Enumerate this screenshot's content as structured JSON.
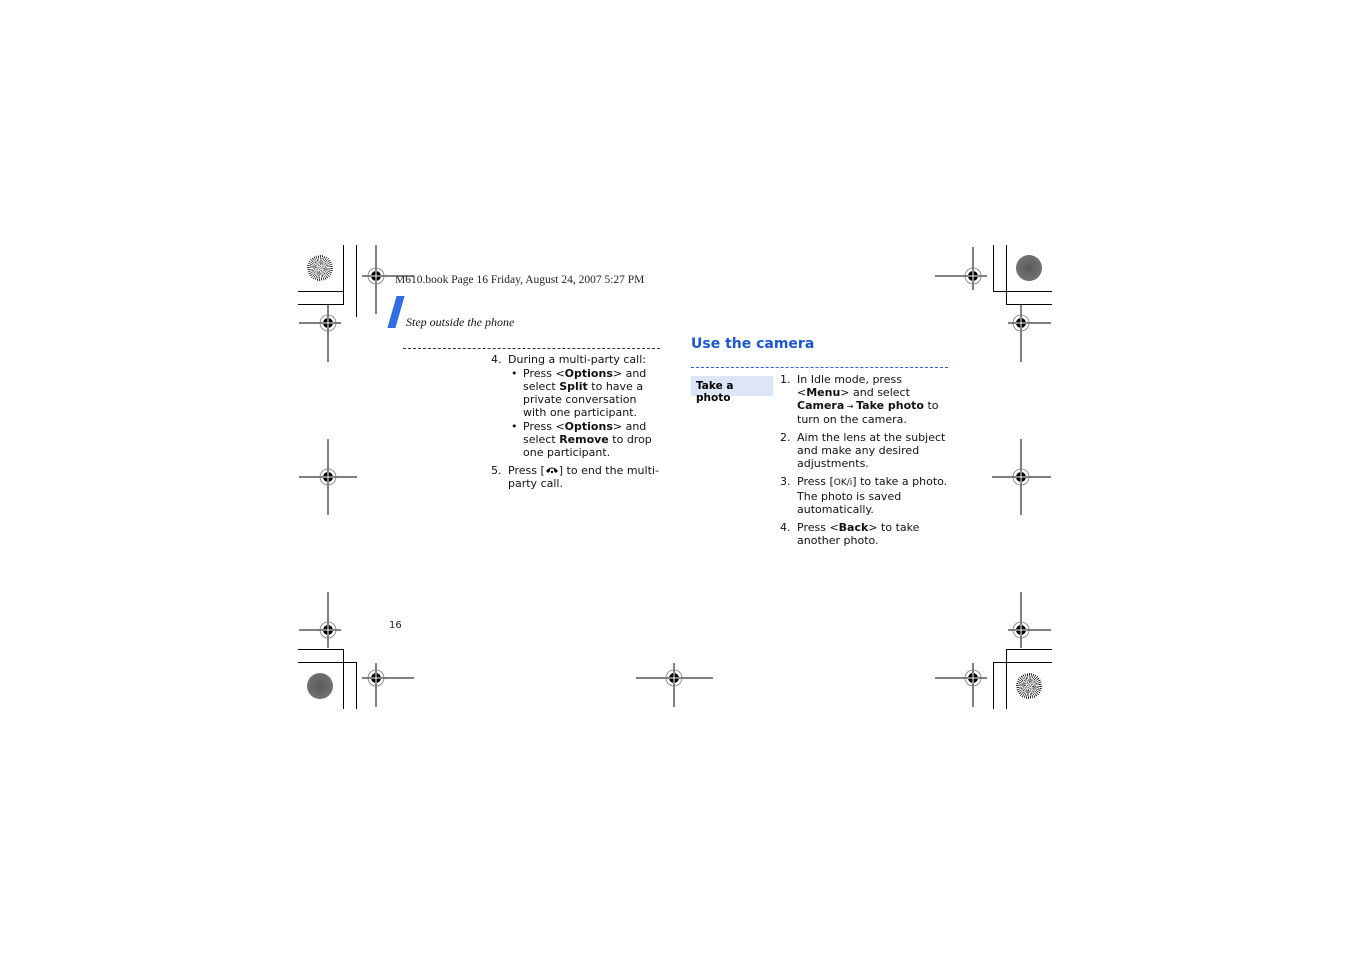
{
  "header": {
    "print_line": "M610.book  Page 16  Friday, August 24, 2007  5:27 PM",
    "section_title": "Step outside the phone"
  },
  "left_column": {
    "steps": [
      {
        "number": "4.",
        "text": "During a multi-party call:",
        "bullets": [
          {
            "pre": "Press <",
            "bold1": "Options",
            "mid": "> and select ",
            "bold2": "Split",
            "post": " to have a private conversation with one participant."
          },
          {
            "pre": "Press <",
            "bold1": "Options",
            "mid": "> and select ",
            "bold2": "Remove",
            "post": " to drop one participant."
          }
        ]
      },
      {
        "number": "5.",
        "pre": "Press [",
        "key_icon": "end-call-icon",
        "post": "] to end the multi-party call."
      }
    ]
  },
  "right_column": {
    "heading": "Use the camera",
    "label": "Take a photo",
    "steps": [
      {
        "number": "1.",
        "pre": "In Idle mode, press <",
        "bold1": "Menu",
        "mid": "> and select ",
        "bold2": "Camera",
        "arrow": " → ",
        "bold3": "Take photo",
        "post": " to turn on the camera."
      },
      {
        "number": "2.",
        "text": "Aim the lens at the subject and make any desired adjustments."
      },
      {
        "number": "3.",
        "pre": "Press [",
        "key_label": "OK/i",
        "post": "] to take a photo. The photo is saved automatically."
      },
      {
        "number": "4.",
        "pre": "Press <",
        "bold1": "Back",
        "post": "> to take another photo."
      }
    ]
  },
  "footer": {
    "page_number": "16"
  },
  "colors": {
    "accent_blue": "#1a56d6",
    "label_bg": "#dce6f7",
    "slash_blue": "#2f6de0"
  }
}
